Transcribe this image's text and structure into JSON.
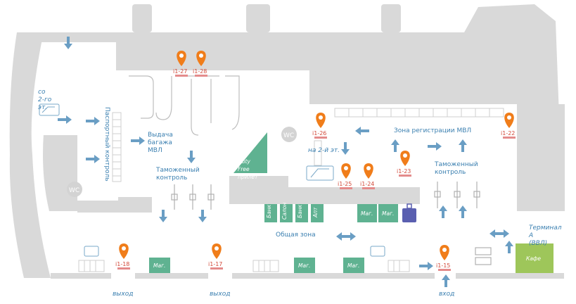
{
  "colors": {
    "wall": "#d9d9d9",
    "floor": "#ffffff",
    "arrow": "#6a9ec4",
    "pin": "#f07d1a",
    "pin_label": "#d24a3a",
    "shop": "#5fb291",
    "cafe": "#9ec65a",
    "wc_bg": "#d3d3d3"
  },
  "zones": {
    "from_second_floor": "со 2-го эт.",
    "passport_control": "Паспортный контроль",
    "baggage_claim": "Выдача багажа МВЛ",
    "customs_left": "Таможенный контроль",
    "duty_free": "Duty Free прилет",
    "to_second_floor": "на 2-й эт.",
    "registration_zone": "Зона регистрации МВЛ",
    "customs_right": "Таможенный контроль",
    "common_zone": "Общая зона",
    "terminal_a": "Терминал А (ВВЛ)",
    "wc": "WC"
  },
  "shops": {
    "bank1": "Банк",
    "salon": "Салон",
    "bank2": "Банк",
    "apt": "Апт",
    "mag": "Маг.",
    "cafe": "Кафе"
  },
  "exits": {
    "exit_left": "выход",
    "exit_middle": "выход",
    "entrance": "вход"
  },
  "pins": [
    "i1-27",
    "i1-28",
    "i1-26",
    "i1-22",
    "i1-25",
    "i1-24",
    "i1-23",
    "i1-18",
    "i1-17",
    "i1-15"
  ],
  "icons": [
    "escalator-icon",
    "elevator-icon",
    "luggage-icon",
    "wc-icon",
    "map-pin-icon",
    "turnstile-icon",
    "arrow-icon"
  ]
}
